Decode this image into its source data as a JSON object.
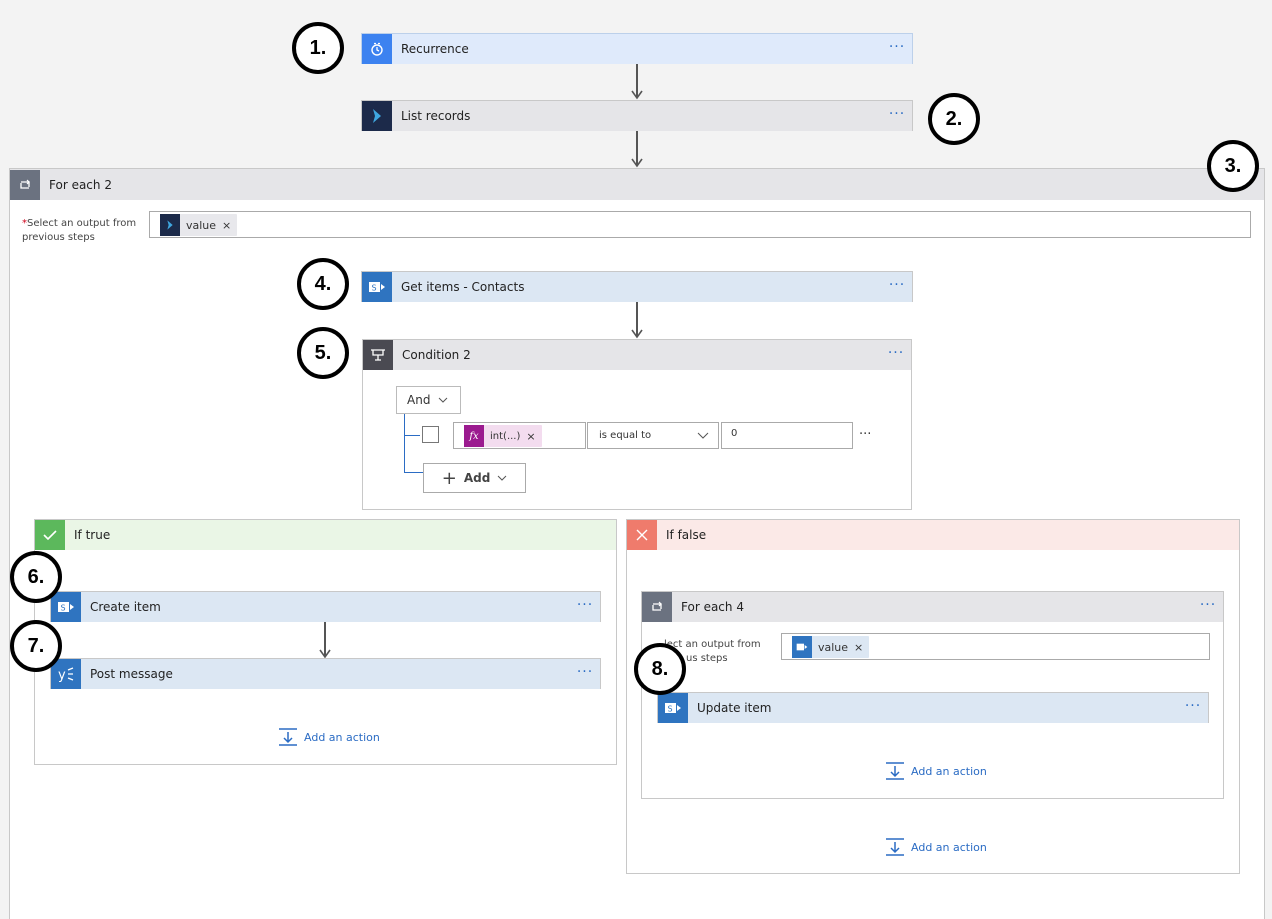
{
  "steps": {
    "recurrence": {
      "title": "Recurrence",
      "more": "···",
      "icon": "clock-icon",
      "color": "#3c82f0"
    },
    "list_records": {
      "title": "List records",
      "more": "···",
      "icon": "dynamics-icon",
      "color": "#1c2a4a"
    },
    "for_each_2": {
      "title": "For each 2",
      "select_label": "Select an output from previous steps",
      "required_mark": "*",
      "token": "value",
      "token_x": "×"
    },
    "get_items": {
      "title": "Get items - Contacts",
      "more": "···",
      "icon": "sharepoint-icon"
    },
    "condition_2": {
      "title": "Condition 2",
      "more": "···",
      "and_label": "And",
      "expr_token": "int(...)",
      "expr_token_x": "×",
      "operator": "is equal to",
      "value": "0",
      "row_more": "···",
      "add_label": "Add"
    },
    "if_true": {
      "title": "If true",
      "create_item": "Create item",
      "post_message": "Post message",
      "add_action": "Add an action",
      "more": "···"
    },
    "if_false": {
      "title": "If false",
      "for_each_4": "For each 4",
      "select_label_partial": "lect an output from",
      "select_label_partial2": "us steps",
      "token": "value",
      "token_x": "×",
      "update_item": "Update item",
      "add_action_inner": "Add an action",
      "add_action_outer": "Add an action",
      "more": "···"
    }
  },
  "badges": [
    "1.",
    "2.",
    "3.",
    "4.",
    "5.",
    "6.",
    "7.",
    "8."
  ],
  "colors": {
    "sharepoint": "#2f74c0",
    "yammer": "#2f74c0",
    "condition_icon": "#4a4a52",
    "loop_icon": "#6b7280",
    "true_green": "#5cb85c",
    "false_red": "#ef7b6c",
    "fx_purple": "#9b1a8f"
  }
}
